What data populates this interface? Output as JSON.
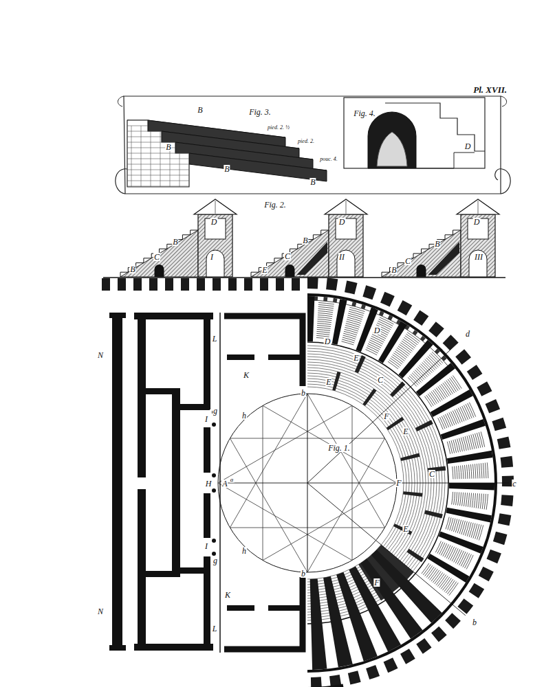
{
  "diagram": {
    "title": "Pl. XVII.",
    "labels": [
      "Fig. 3.",
      "B",
      "B",
      "B",
      "B",
      "pied. 2. ½",
      "pied. 2.",
      "pouc. 4.",
      "Fig. 4.",
      "D",
      "Fig. 2.",
      "D",
      "B",
      "C",
      "B",
      "I",
      "D",
      "B",
      "C",
      "E",
      "II",
      "D",
      "B",
      "C",
      "B",
      "III",
      "Fig. 1.",
      "A",
      "a",
      "F",
      "c",
      "D",
      "E",
      "D",
      "E",
      "C",
      "F",
      "E",
      "C",
      "E",
      "F",
      "d",
      "b",
      "b",
      "b",
      "h",
      "h",
      "g",
      "g",
      "H",
      "I",
      "I",
      "K",
      "K",
      "L",
      "L",
      "N",
      "N"
    ]
  }
}
